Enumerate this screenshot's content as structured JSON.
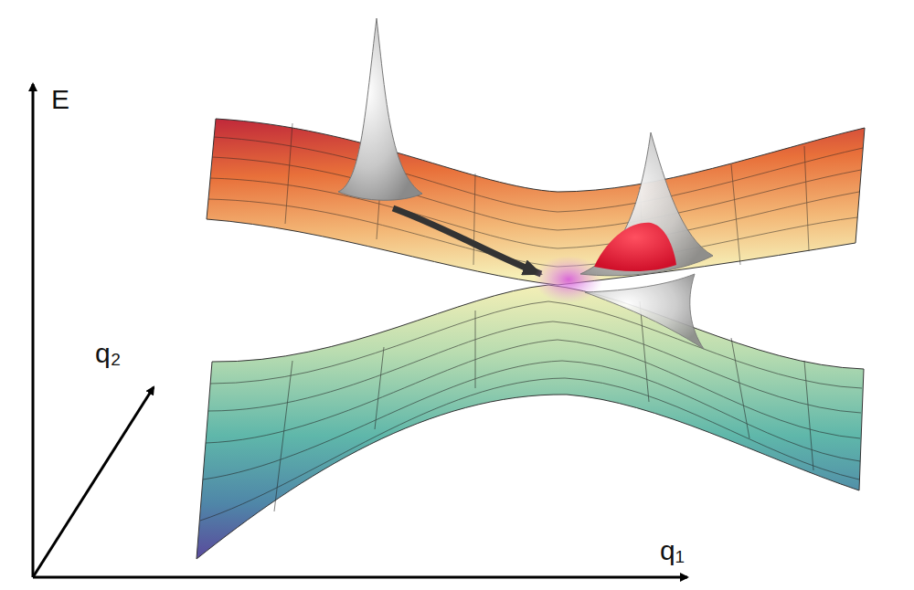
{
  "diagram": {
    "labels": [
      "E",
      "q₂",
      "q₁"
    ]
  }
}
